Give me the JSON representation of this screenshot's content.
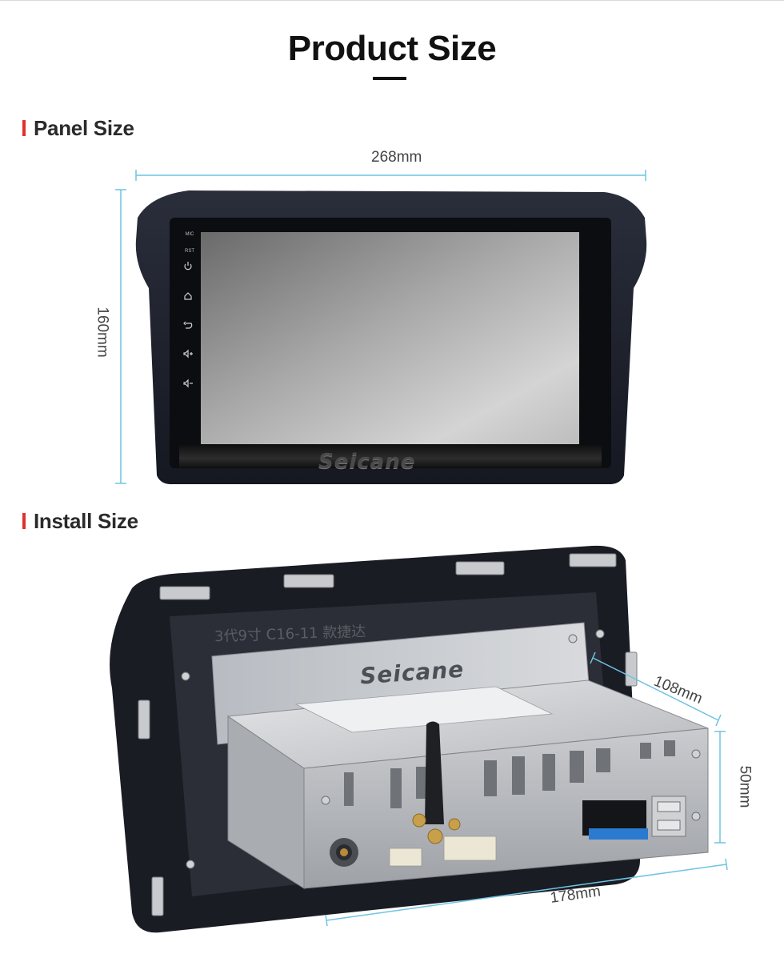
{
  "page": {
    "title": "Product Size"
  },
  "sections": {
    "panel": {
      "heading": "Panel Size",
      "width_label": "268mm",
      "height_label": "160mm"
    },
    "install": {
      "heading": "Install Size",
      "depth_label": "108mm",
      "height_label": "50mm",
      "width_label": "178mm"
    }
  },
  "device": {
    "brand": "Seicane",
    "side_buttons": [
      {
        "label": "MIC",
        "icon": "mic-label"
      },
      {
        "label": "RST",
        "icon": "reset-label"
      },
      {
        "label": "",
        "icon": "power-icon"
      },
      {
        "label": "",
        "icon": "home-icon"
      },
      {
        "label": "",
        "icon": "back-icon"
      },
      {
        "label": "",
        "icon": "volume-up-icon"
      },
      {
        "label": "",
        "icon": "volume-down-icon"
      }
    ],
    "frame_print": "3代9寸 C16-11 款捷达"
  },
  "colors": {
    "accent": "#e0312f",
    "dimension_line": "#6fc3e3",
    "frame": "#1c1f2a",
    "chassis": "#b9bcc1"
  }
}
